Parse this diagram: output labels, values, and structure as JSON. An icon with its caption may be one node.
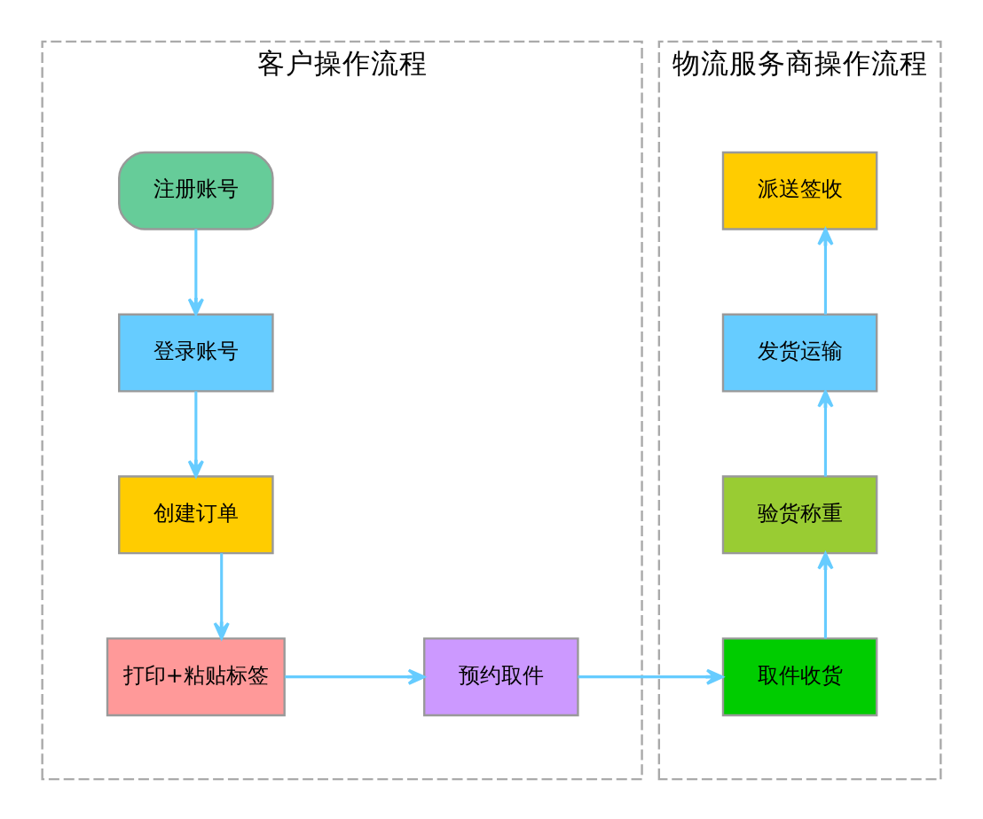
{
  "diagram": {
    "nodes": [
      {
        "text": [
          "客户操作流程"
        ]
      },
      {
        "text": [
          "注册账号"
        ],
        "in": 0
      },
      {
        "text": [
          "登录账号"
        ],
        "in": 0
      },
      {
        "text": [
          "创建订单"
        ],
        "in": 0
      },
      {
        "text": [
          "打印+粘贴标签"
        ],
        "in": 0
      },
      {
        "text": [
          "预约取件"
        ],
        "in": 0
      },
      {
        "text": [
          "物流服务商操作流程"
        ]
      },
      {
        "text": [
          "派送签收"
        ],
        "in": 6
      },
      {
        "text": [
          "发货运输"
        ],
        "in": 6
      },
      {
        "text": [
          "验货称重"
        ],
        "in": 6
      },
      {
        "text": [
          "取件收货"
        ],
        "in": 6
      }
    ],
    "edges": [
      {
        "from": 1,
        "to": 2,
        "arrow": "to"
      },
      {
        "from": 2,
        "to": 3,
        "arrow": "to"
      },
      {
        "from": 3,
        "to": 4,
        "arrow": "to"
      },
      {
        "from": 4,
        "to": 5,
        "arrow": "to"
      },
      {
        "from": 5,
        "to": 10,
        "arrow": "to"
      },
      {
        "from": 10,
        "to": 9,
        "arrow": "to"
      },
      {
        "from": 9,
        "to": 8,
        "arrow": "to"
      },
      {
        "from": 8,
        "to": 7,
        "arrow": "to"
      }
    ]
  }
}
